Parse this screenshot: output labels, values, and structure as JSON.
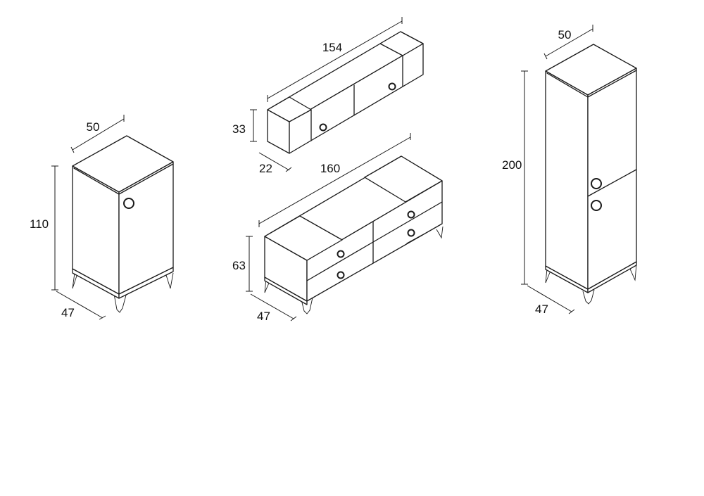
{
  "pieces": {
    "small_cabinet": {
      "width": "50",
      "height": "110",
      "depth": "47"
    },
    "wall_shelf": {
      "width": "154",
      "height": "33",
      "depth": "22"
    },
    "tv_unit": {
      "width": "160",
      "height": "63",
      "depth": "47"
    },
    "tall_cabinet": {
      "width": "50",
      "height": "200",
      "depth": "47"
    }
  }
}
